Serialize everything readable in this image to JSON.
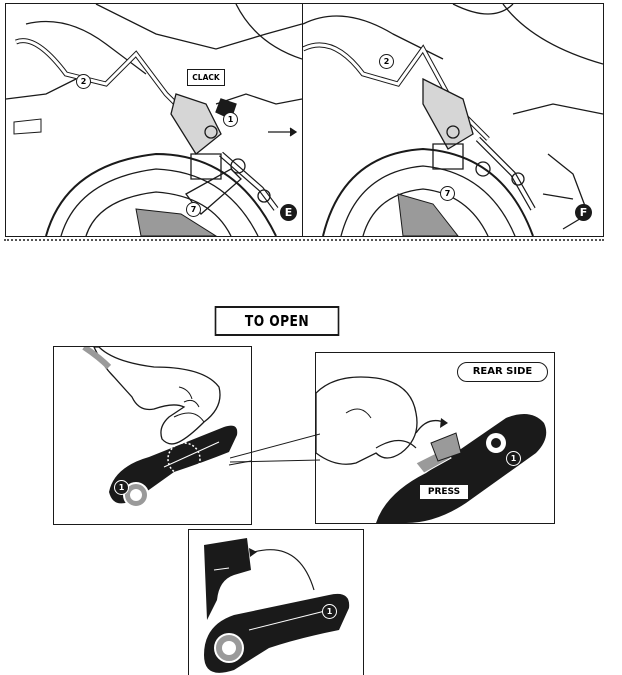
{
  "panels": {
    "top_left": {
      "step": "E",
      "callouts": [
        "2",
        "1",
        "7"
      ],
      "sound_label": "CLACK"
    },
    "top_right": {
      "step": "F",
      "callouts": [
        "2",
        "7"
      ]
    }
  },
  "open_section": {
    "title": "TO OPEN",
    "grip_panel": {
      "callout": "1"
    },
    "rear_panel": {
      "rear_label": "REAR SIDE",
      "press_label": "PRESS",
      "callout": "1"
    },
    "open_panel": {
      "callout": "1"
    }
  },
  "colors": {
    "ink": "#1a1a1a",
    "shade": "#9a9a9a",
    "light_shade": "#d6d6d6"
  }
}
